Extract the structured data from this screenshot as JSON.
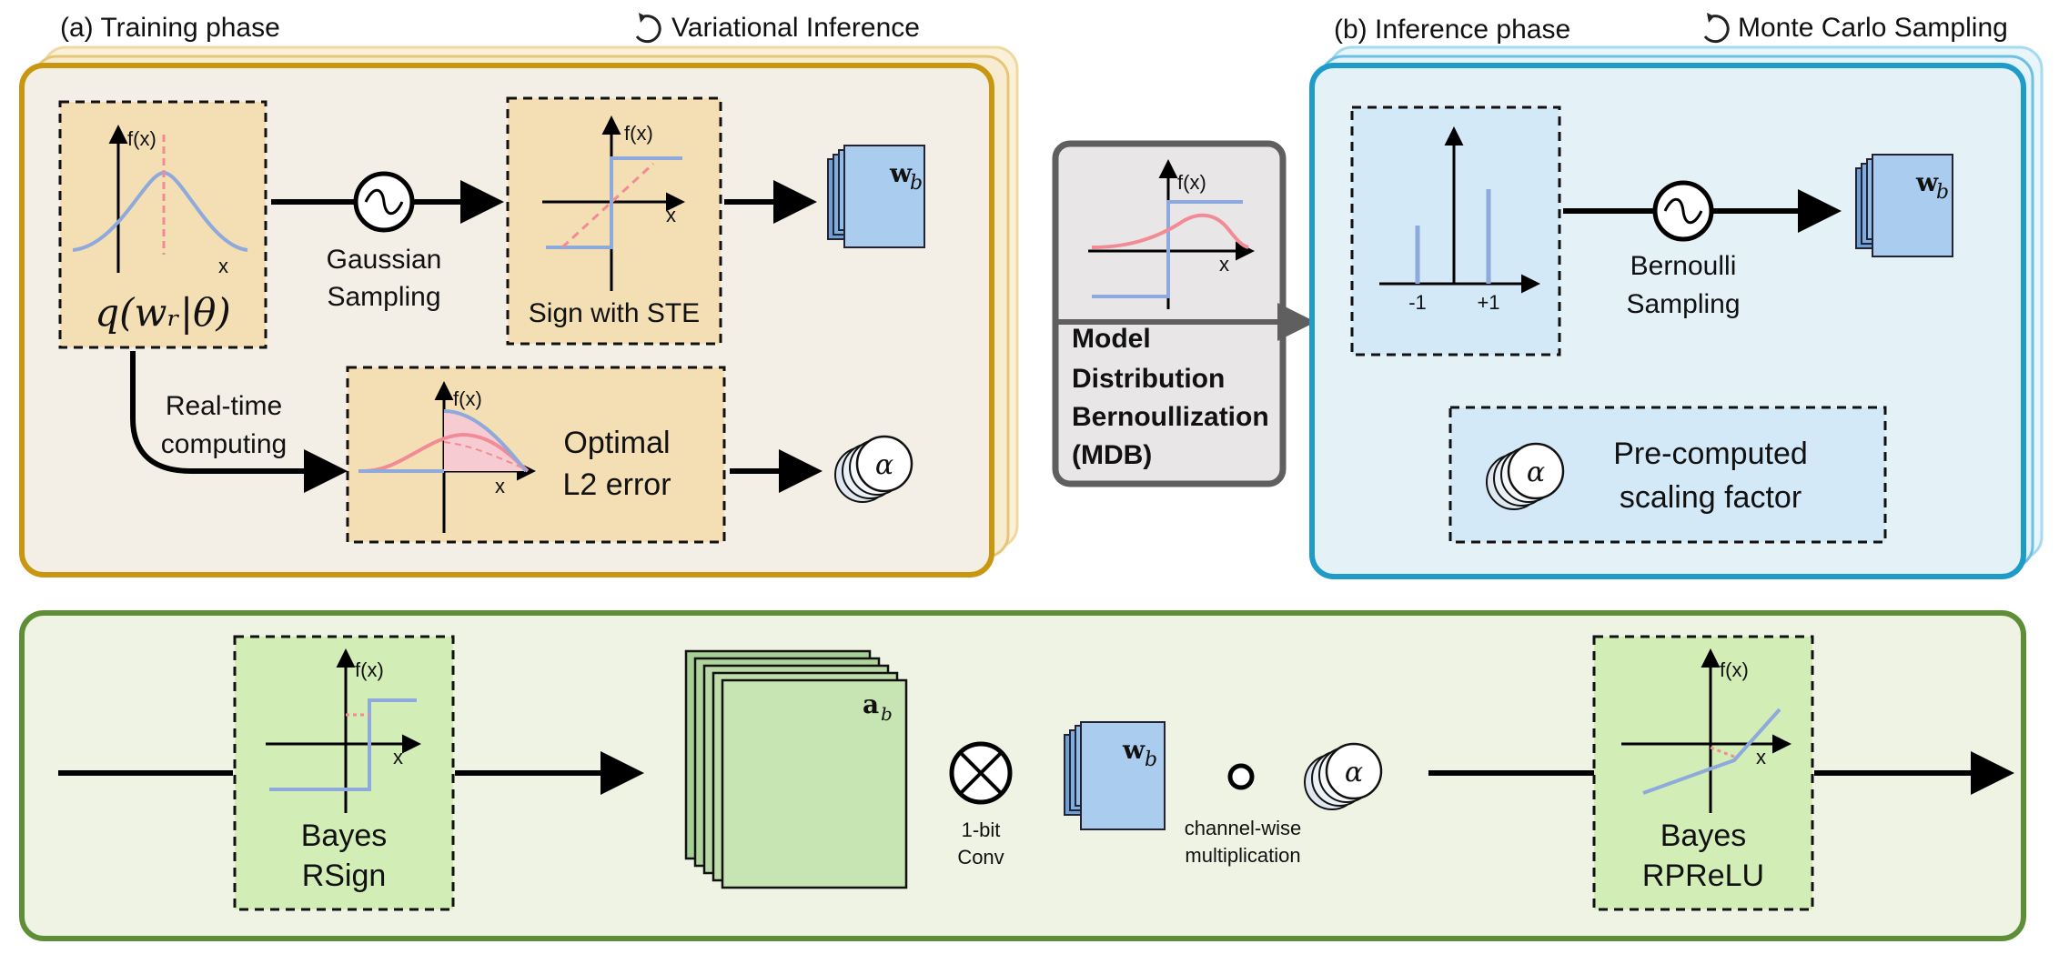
{
  "panels": {
    "training": {
      "title": "(a) Training phase",
      "loop_label": "Variational Inference",
      "q_formula": "q(wᵣ|θ)",
      "gaussian_sampling": [
        "Gaussian",
        "Sampling"
      ],
      "sign_ste": "Sign with STE",
      "realtime": [
        "Real-time",
        "computing"
      ],
      "optimal_l2": [
        "Optimal",
        "L2 error"
      ]
    },
    "mdb": {
      "lines": [
        "Model",
        "Distribution",
        "Bernoullization",
        "(MDB)"
      ]
    },
    "inference": {
      "title": "(b) Inference phase",
      "loop_label": "Monte Carlo Sampling",
      "bernoulli_sampling": [
        "Bernoulli",
        "Sampling"
      ],
      "tick_neg": "-1",
      "tick_pos": "+1",
      "precomputed": [
        "Pre-computed",
        "scaling factor"
      ]
    },
    "network": {
      "bayes_rsign": [
        "Bayes",
        "RSign"
      ],
      "conv": [
        "1-bit",
        "Conv"
      ],
      "channel_mult": [
        "channel-wise",
        "multiplication"
      ],
      "bayes_rprelu": [
        "Bayes",
        "RPReLU"
      ]
    }
  },
  "symbols": {
    "fx": "f(x)",
    "x": "x",
    "wb": "w",
    "wb_sub": "b",
    "ab": "a",
    "ab_sub": "b",
    "alpha": "α"
  },
  "colors": {
    "training_border": "#c8960f",
    "training_fill": "#f4efe6",
    "inner_tan": "#f3dfb3",
    "inference_border": "#1f9bc8",
    "inference_fill": "#e4f1f7",
    "inner_blue": "#d3e9f7",
    "mdb_border": "#5f5f5f",
    "mdb_fill": "#e8e6e6",
    "network_border": "#5e8e35",
    "network_fill": "#eef3e4",
    "inner_green": "#d3edb7",
    "curve_blue": "#8ea9dc",
    "curve_red": "#f28b96",
    "weight_blue": "#a9ccef",
    "activation_green": "#c6e5b3"
  }
}
